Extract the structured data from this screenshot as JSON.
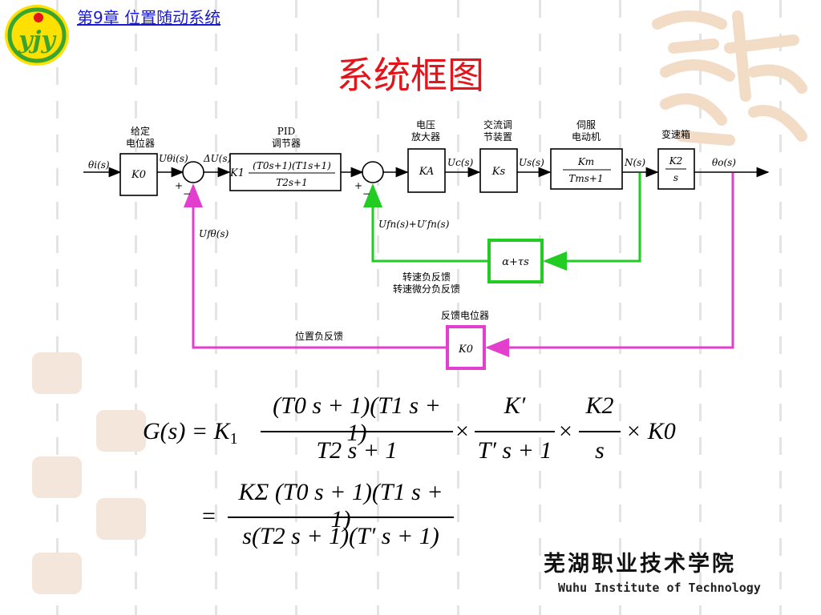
{
  "header": {
    "chapter": "第9章  位置随动系统",
    "title": "系统框图",
    "logo_text": "yjy"
  },
  "diagram": {
    "input": "θi(s)",
    "pot_label": "给定\n电位器",
    "k0": "K0",
    "u_theta_i": "Uθi(s)",
    "delta_u": "ΔU(s)",
    "pid_label": "PID\n调节器",
    "pid_num": "(T0s+1)(T1s+1)",
    "pid_den": "T2s+1",
    "k1": "K1",
    "amp_label": "电压\n放大器",
    "ka": "KA",
    "uc": "Uc(s)",
    "ac_label": "交流调\n节装置",
    "ks": "Ks",
    "us": "Us(s)",
    "motor_label": "伺服\n电动机",
    "km_num": "Km",
    "km_den": "Tms+1",
    "ns": "N(s)",
    "gear_label": "变速箱",
    "k2_num": "K2",
    "k2_den": "s",
    "output": "θo(s)",
    "ufn": "Ufn(s)+U′fn(s)",
    "fb_speed_block": "α+τs",
    "fb_speed_label": "转速负反馈\n转速微分负反馈",
    "ufo": "Ufθ(s)",
    "fb_pot_label": "反馈电位器",
    "fb_pot_block": "K0",
    "fb_pos_label": "位置负反馈",
    "plus": "+",
    "minus": "−",
    "colors": {
      "speed_loop": "#22cc22",
      "pos_loop": "#e23fcf",
      "line": "#000000"
    }
  },
  "formula1": {
    "lhs": "G(s) = K",
    "lhs_sub": "1",
    "f1_num": "(T0 s + 1)(T1 s + 1)",
    "f1_den": "T2 s + 1",
    "f2_num": "K′",
    "f2_den": "T′ s + 1",
    "f3_num": "K2",
    "f3_den": "s",
    "tail": "× K0"
  },
  "formula2": {
    "num": "KΣ (T0 s + 1)(T1 s + 1)",
    "den": "s(T2 s + 1)(T′ s + 1)"
  },
  "school": {
    "cn": "芜湖职业技术学院",
    "en": "Wuhu Institute of Technology"
  }
}
